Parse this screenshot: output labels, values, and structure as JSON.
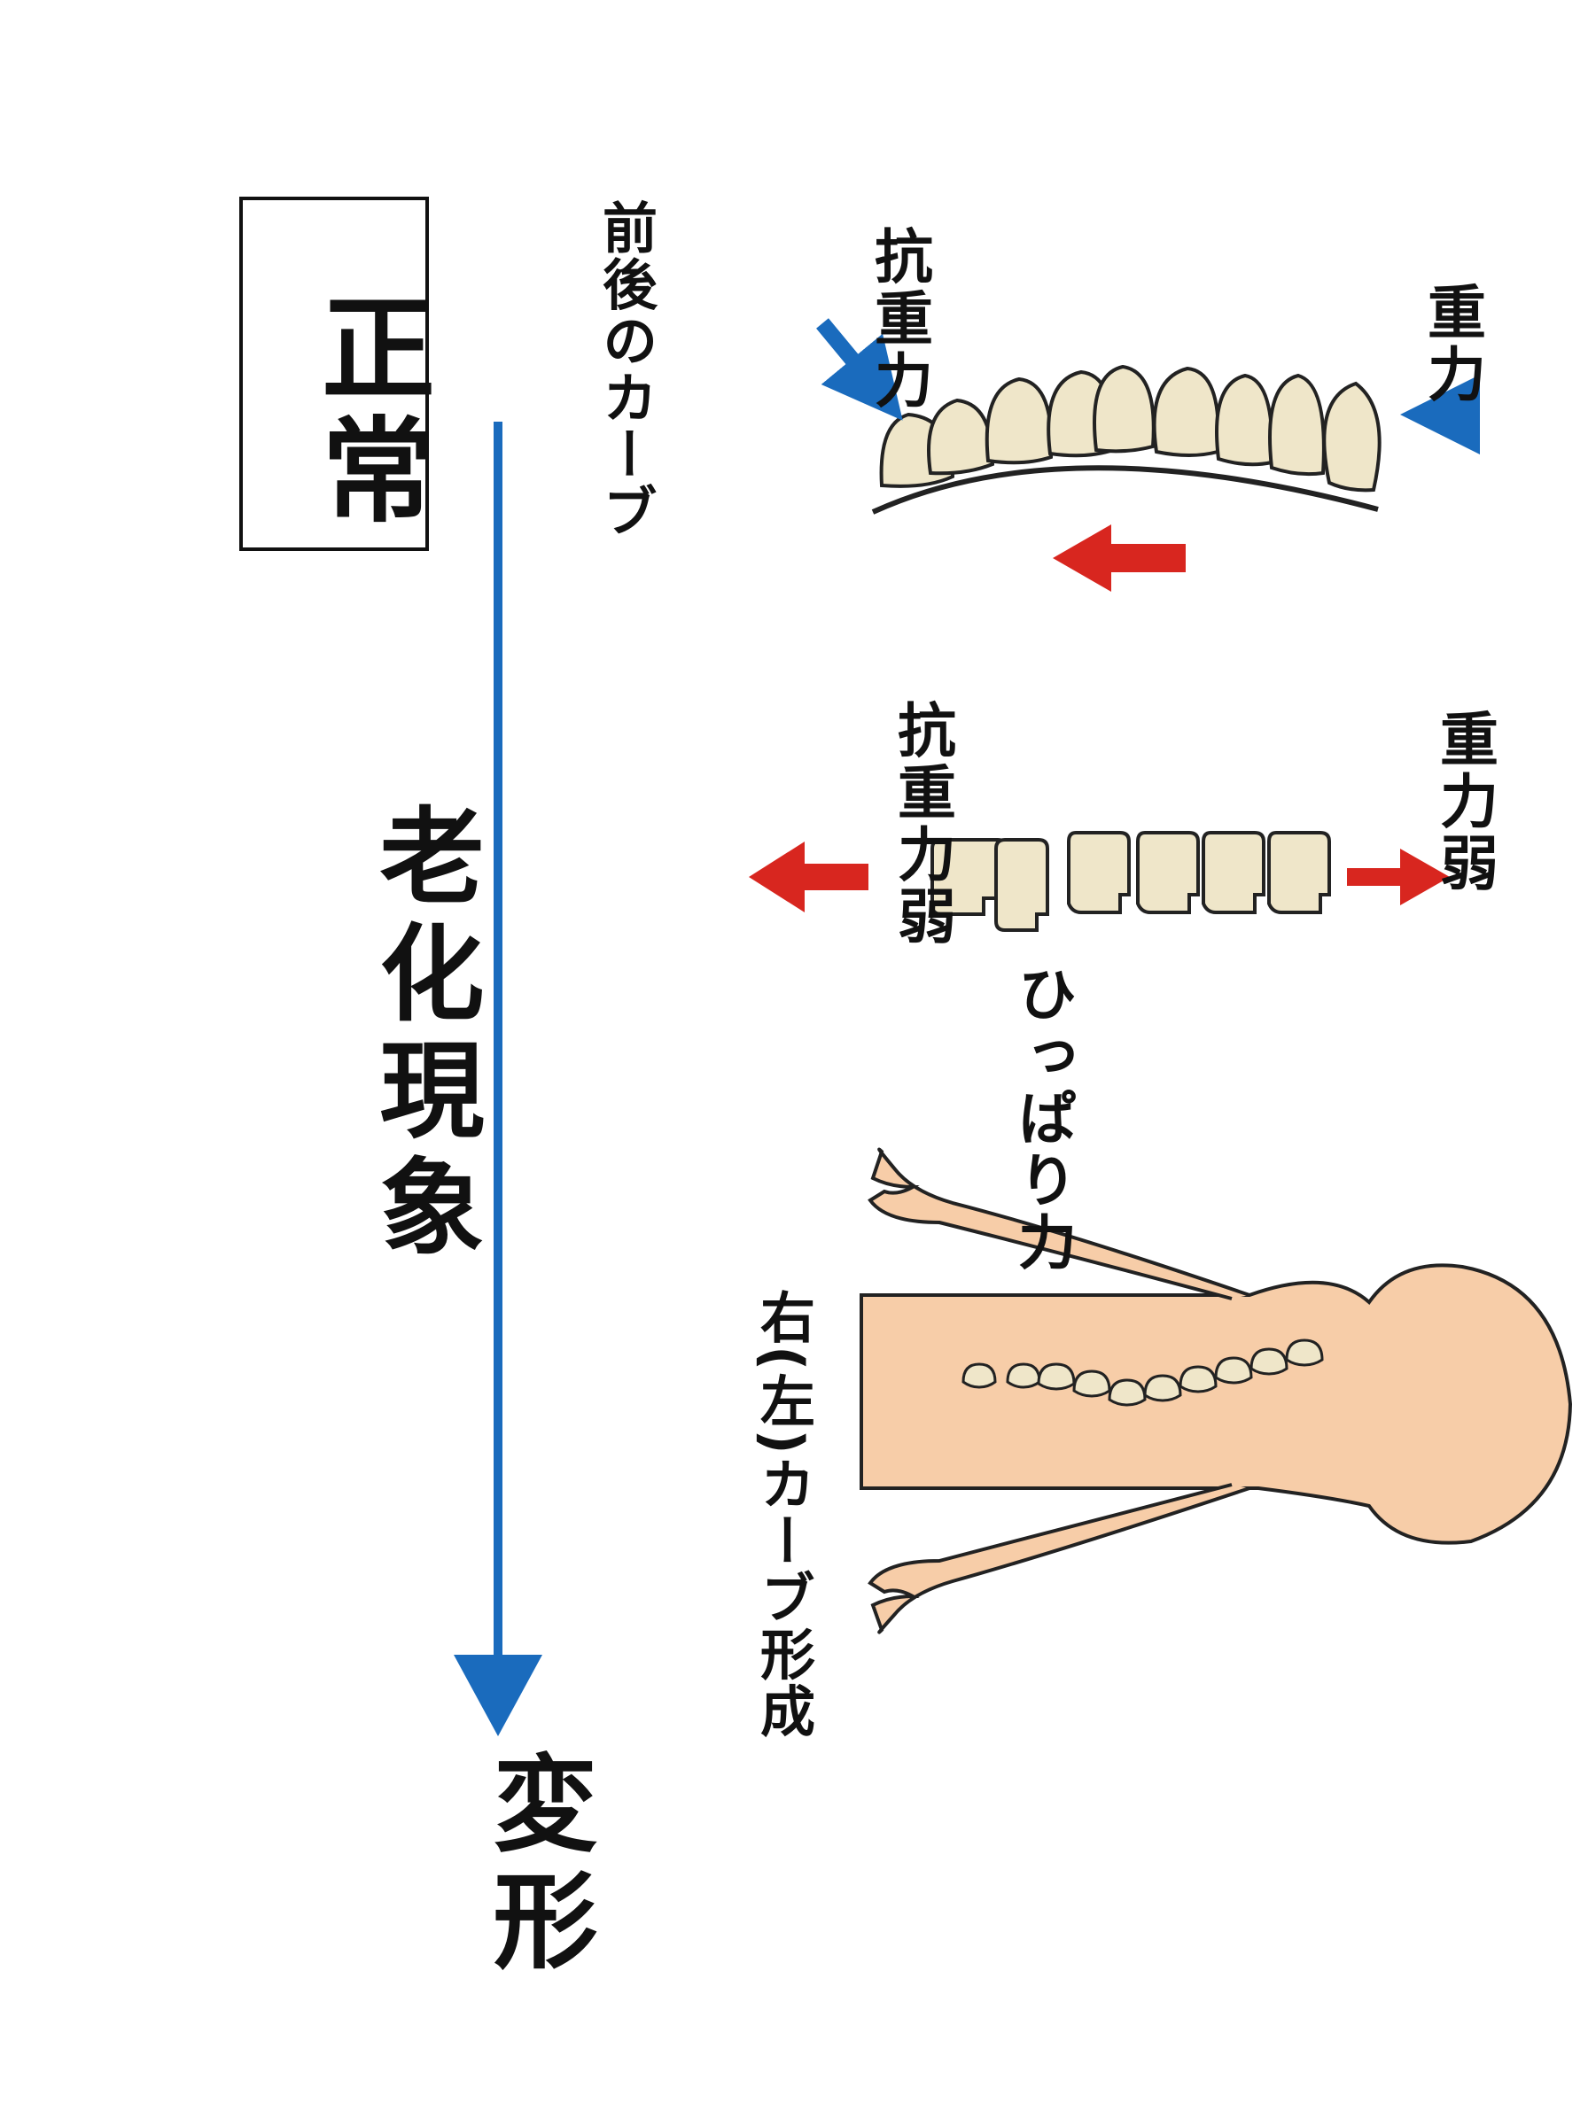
{
  "labels": {
    "gravity": "重力",
    "anti_gravity": "抗重力",
    "front_back_curve": "前後のカーブ",
    "gravity_weak": "重力弱",
    "anti_gravity_weak": "抗重力弱",
    "pulling_force": "ひっぱり力",
    "right_left_curve": "右(左)カーブ形成",
    "normal": "正常",
    "aging": "老化現象",
    "deformation": "変形"
  },
  "colors": {
    "blue_arrow": "#1a6bbd",
    "red_arrow": "#d8261f",
    "bone": "#efe6c9",
    "skin": "#f7cda8",
    "outline": "#222222"
  }
}
